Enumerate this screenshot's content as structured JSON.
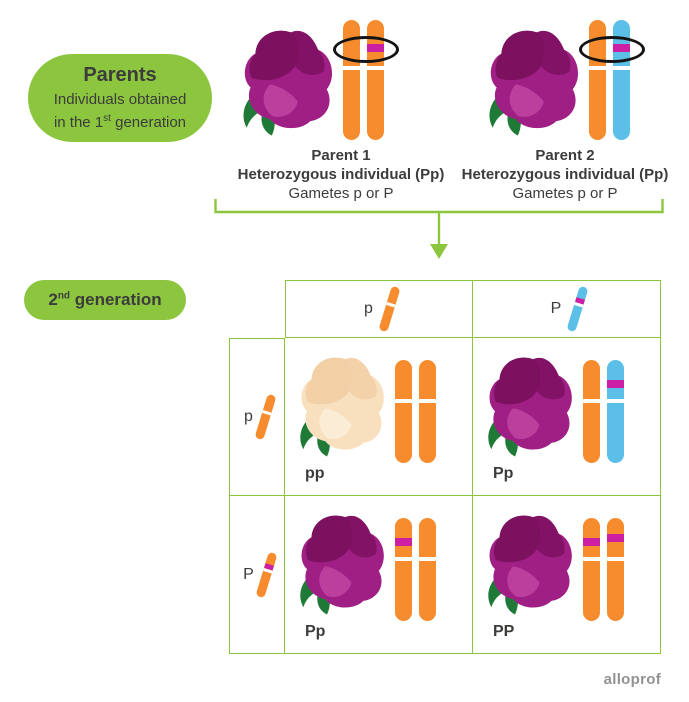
{
  "colors": {
    "green": "#8CC63F",
    "orange": "#F68C2E",
    "blue": "#5BBFE8",
    "magenta_band": "#CC1FA3",
    "flower_purple": "#A01F85",
    "flower_pale": "#F8E0BF",
    "text": "#3C3C3B",
    "logo_gray": "#929292"
  },
  "parents_bubble": {
    "title": "Parents",
    "line1": "Individuals obtained",
    "line2_pre": "in the 1",
    "line2_sup": "st",
    "line2_post": " generation"
  },
  "parent1": {
    "name": "Parent 1",
    "description": "Heterozygous individual (Pp)",
    "gametes": "Gametes p or P"
  },
  "parent2": {
    "name": "Parent 2",
    "description": "Heterozygous individual (Pp)",
    "gametes": "Gametes p or P"
  },
  "generation_bubble": {
    "pre": "2",
    "sup": "nd",
    "post": " generation"
  },
  "punnett": {
    "col_headers": [
      {
        "allele": "p"
      },
      {
        "allele": "P"
      }
    ],
    "row_headers": [
      {
        "allele": "p"
      },
      {
        "allele": "P"
      }
    ],
    "cells": [
      {
        "genotype": "pp"
      },
      {
        "genotype": "Pp"
      },
      {
        "genotype": "Pp"
      },
      {
        "genotype": "PP"
      }
    ]
  },
  "logo": "alloprof"
}
